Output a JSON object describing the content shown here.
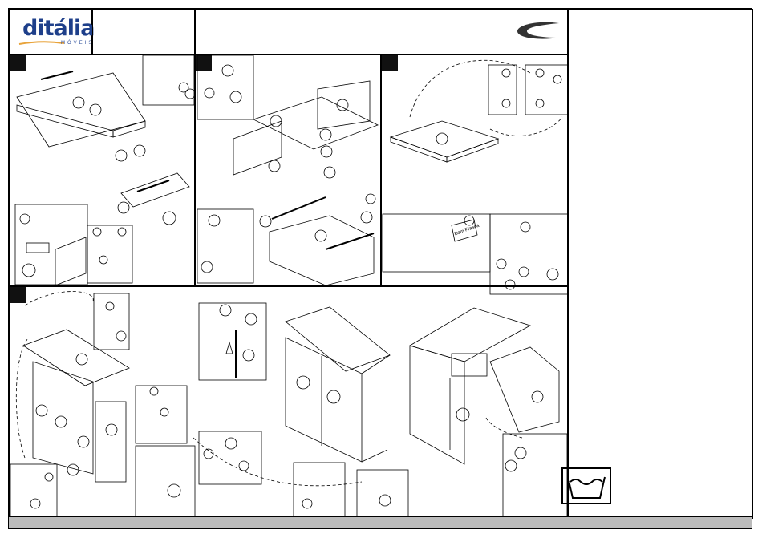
{
  "brand": {
    "logo_text": "ditália",
    "logo_subtitle": "MÓVEIS",
    "logo_accent": "#1e3f8a",
    "logo_swoosh_color": "#e8a33a"
  },
  "right_mark_icon": "crescent-logo-icon",
  "steps": [
    {
      "id": 1,
      "marker": "filled-square"
    },
    {
      "id": 2,
      "marker": "filled-square"
    },
    {
      "id": 3,
      "marker": "filled-square"
    },
    {
      "id": 4,
      "marker": "filled-square"
    }
  ],
  "tag_label": "Bem Frasca",
  "care_symbol": "wash-basin-icon",
  "colors": {
    "ink": "#000000",
    "footer": "#bbbbbb"
  }
}
